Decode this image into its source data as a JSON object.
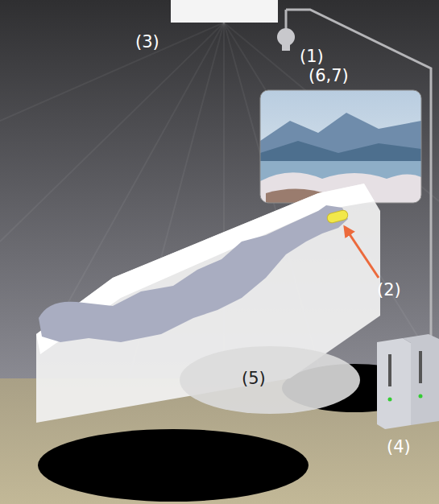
{
  "diagram": {
    "labels": [
      "(3)",
      "(1)",
      "(6,7)",
      "(2)",
      "(5)",
      "(4)"
    ]
  }
}
